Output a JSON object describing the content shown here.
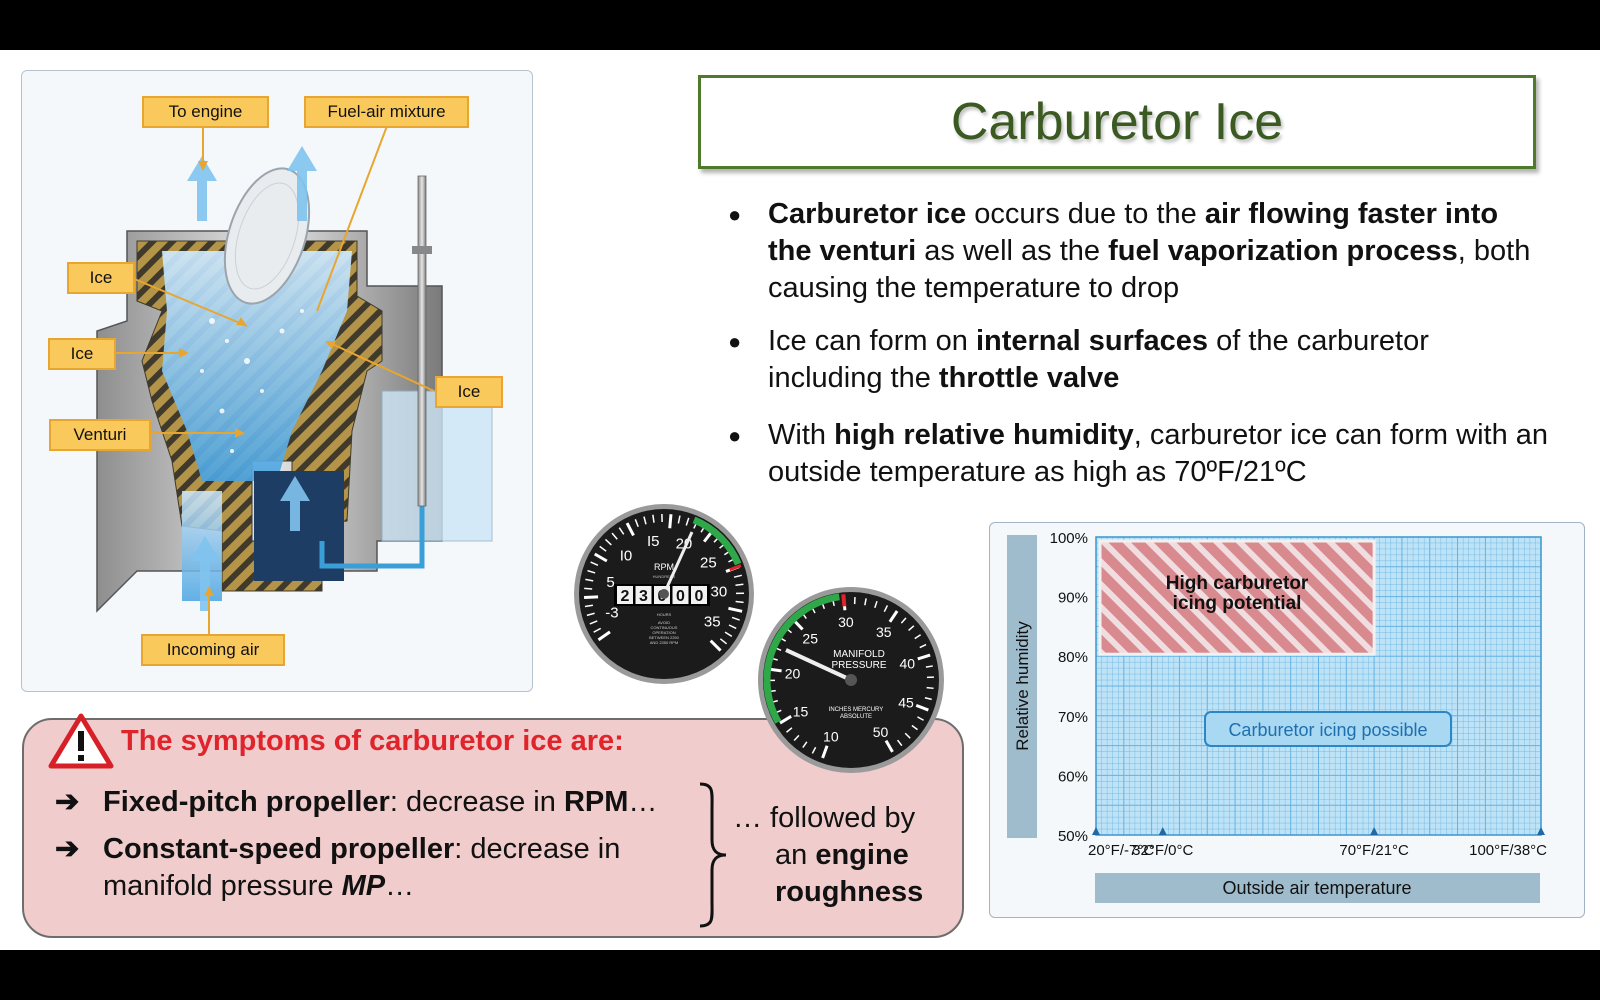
{
  "diagram": {
    "labels": {
      "to_engine": "To engine",
      "fuel_air": "Fuel-air mixture",
      "ice_upper": "Ice",
      "ice_left": "Ice",
      "ice_right": "Ice",
      "venturi": "Venturi",
      "incoming_air": "Incoming air"
    }
  },
  "title": "Carburetor Ice",
  "bullets": {
    "b1": {
      "t1": "Carburetor ice",
      "t2": " occurs due to the ",
      "t3": "air flowing faster into the venturi",
      "t4": " as well as the ",
      "t5": "fuel vaporization process",
      "t6": ", both causing the temperature to drop"
    },
    "b2": {
      "t1": "Ice can form on ",
      "t2": "internal surfaces",
      "t3": " of the carburetor including the ",
      "t4": "throttle valve"
    },
    "b3": {
      "t1": "With ",
      "t2": "high relative humidity",
      "t3": ", carburetor  ice can form with an outside temperature as high as 70ºF/21ºC"
    }
  },
  "gauges": {
    "rpm": {
      "ticks": [
        "-3",
        "5",
        "I0",
        "I5",
        "20",
        "25",
        "30",
        "35"
      ],
      "center_label": "RPM",
      "center_small": "HUNDREDS",
      "counter": [
        "2",
        "3",
        "0",
        "0",
        "0"
      ],
      "hours_label": "HOURS",
      "fine_print": [
        "AVOID",
        "CONTINUOUS",
        "OPERATION",
        "BETWEEN 2250",
        "AND 2350 RPM"
      ]
    },
    "manifold": {
      "ticks": [
        "10",
        "15",
        "20",
        "25",
        "30",
        "35",
        "40",
        "45",
        "50"
      ],
      "title_line1": "MANIFOLD",
      "title_line2": "PRESSURE",
      "sub_line1": "INCHES MERCURY",
      "sub_line2": "ABSOLUTE"
    }
  },
  "symptoms": {
    "title": "The symptoms of carburetor ice are:",
    "arrow": "➔",
    "row1": {
      "bold": "Fixed-pitch propeller",
      "text": ": decrease in ",
      "bold2": "RPM",
      "end": "…"
    },
    "row2": {
      "bold": "Constant-speed propeller",
      "text": ": decrease in",
      "line2": "manifold pressure ",
      "italic": "MP",
      "end": "…"
    },
    "follow": {
      "line1": "… followed by",
      "line2a": "an ",
      "line2b": "engine",
      "line3": "roughness"
    }
  },
  "chart_data": {
    "type": "area",
    "ylabel": "Relative humidity",
    "xlabel": "Outside air temperature",
    "x_ticks": [
      "20°F/-7°C",
      "32°F/0°C",
      "70°F/21°C",
      "100°F/38°C"
    ],
    "x_values": [
      20,
      32,
      70,
      100
    ],
    "y_ticks": [
      "100%",
      "90%",
      "80%",
      "70%",
      "60%",
      "50%"
    ],
    "y_values": [
      100,
      90,
      80,
      70,
      60,
      50
    ],
    "xlim": [
      20,
      100
    ],
    "ylim": [
      50,
      100
    ],
    "regions": [
      {
        "label": "Carburetor icing possible",
        "x": [
          20,
          100
        ],
        "y": [
          50,
          100
        ],
        "color": "#bfe3f6"
      },
      {
        "label_line1": "High carburetor",
        "label_line2": "icing potential",
        "x": [
          20,
          70
        ],
        "y": [
          80,
          100
        ],
        "color": "#d98a8f"
      }
    ],
    "grid": true
  }
}
